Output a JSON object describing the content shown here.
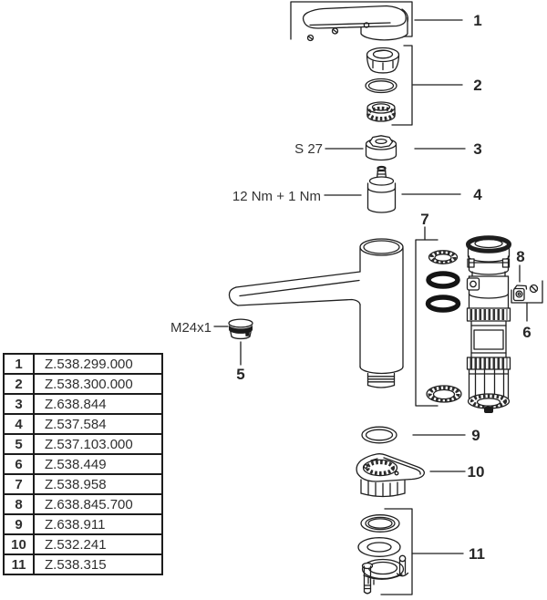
{
  "diagram": {
    "callouts": {
      "c1": "1",
      "c2": "2",
      "c3": "3",
      "c4": "4",
      "c5": "5",
      "c6": "6",
      "c7": "7",
      "c8": "8",
      "c9": "9",
      "c10": "10",
      "c11": "11"
    },
    "annotations": {
      "wrench_size": "S 27",
      "torque_spec": "12 Nm + 1 Nm",
      "thread_spec": "M24x1"
    },
    "colors": {
      "line": "#1f1f1f",
      "text": "#2f2f2f",
      "seal_fill": "#141414"
    }
  },
  "parts_table": {
    "rows": [
      {
        "ref": "1",
        "part_number": "Z.538.299.000"
      },
      {
        "ref": "2",
        "part_number": "Z.538.300.000"
      },
      {
        "ref": "3",
        "part_number": "Z.638.844"
      },
      {
        "ref": "4",
        "part_number": "Z.537.584"
      },
      {
        "ref": "5",
        "part_number": "Z.537.103.000"
      },
      {
        "ref": "6",
        "part_number": "Z.538.449"
      },
      {
        "ref": "7",
        "part_number": "Z.538.958"
      },
      {
        "ref": "8",
        "part_number": "Z.638.845.700"
      },
      {
        "ref": "9",
        "part_number": "Z.638.911"
      },
      {
        "ref": "10",
        "part_number": "Z.532.241"
      },
      {
        "ref": "11",
        "part_number": "Z.538.315"
      }
    ]
  }
}
